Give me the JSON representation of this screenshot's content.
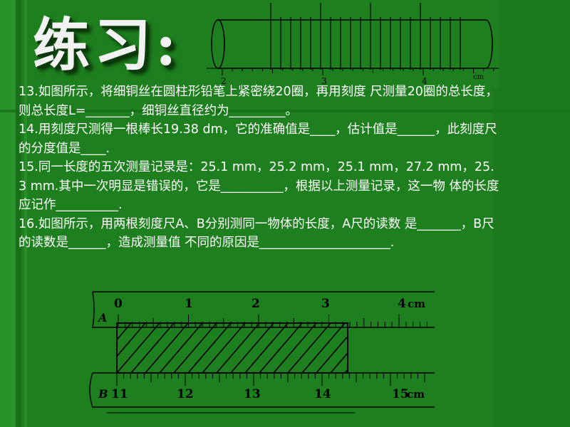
{
  "slide": {
    "title": "练习:",
    "colors": {
      "background": "#1e7f1e",
      "stripe_light": "#2f9a2f",
      "stripe_dark": "#146614",
      "text": "#ffffff"
    }
  },
  "problems": [
    {
      "id": "q13",
      "text": "13.如图所示，将细铜丝在圆柱形铅笔上紧密绕20圈，再用刻度 尺测量20圈的总长度，则总长度L=_______，细铜丝直径约为_________。"
    },
    {
      "id": "q14",
      "text": "14.用刻度尺测得一根棒长19.38 dm，它的准确值是____，估计值是______，此刻度尺的分度值是____."
    },
    {
      "id": "q15",
      "text": "15.同一长度的五次测量记录是：25.1 mm，25.2 mm，25.1 mm，27.2 mm，25. 3 mm.其中一次明显是错误的，它是__________，根据以上测量记录，这一物 体的长度应记作__________."
    },
    {
      "id": "q16",
      "text": "16.如图所示，用两根刻度尺A、B分别测同一物体的长度，A尺的读数 是_______，B尺的读数是______，造成测量值 不同的原因是_____________________."
    }
  ],
  "coil_figure": {
    "tick_labels": [
      "2",
      "3",
      "4"
    ],
    "unit": "cm"
  },
  "ruler_figure": {
    "ruler_a": {
      "label": "A",
      "tick_labels": [
        "0",
        "1",
        "2",
        "3",
        "4"
      ],
      "unit": "cm"
    },
    "ruler_b": {
      "label": "B",
      "tick_labels": [
        "11",
        "12",
        "13",
        "14",
        "15"
      ],
      "unit": "cm"
    }
  }
}
